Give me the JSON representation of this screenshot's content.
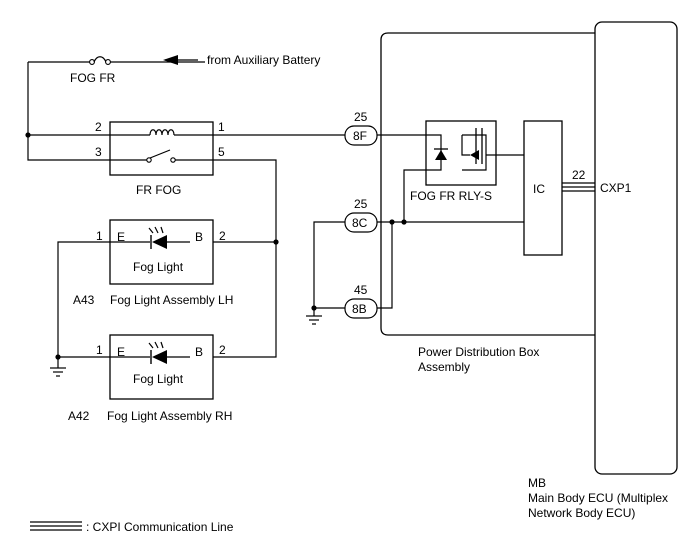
{
  "fuse": {
    "label": "FOG FR"
  },
  "source": {
    "label": "from Auxiliary Battery"
  },
  "relay_switch": {
    "label": "FR FOG",
    "pins": {
      "p2": "2",
      "p1": "1",
      "p3": "3",
      "p5": "5"
    }
  },
  "lamp_lh": {
    "inner_label": "Fog Light",
    "code": "A43",
    "name": "Fog Light Assembly LH",
    "pin_left": "1",
    "pin_right": "2",
    "term_left": "E",
    "term_right": "B"
  },
  "lamp_rh": {
    "inner_label": "Fog Light",
    "code": "A42",
    "name": "Fog Light Assembly RH",
    "pin_left": "1",
    "pin_right": "2",
    "term_left": "E",
    "term_right": "B"
  },
  "connectors": {
    "c8f": {
      "label": "8F",
      "pin": "25"
    },
    "c8c": {
      "label": "8C",
      "pin": "25"
    },
    "c8b": {
      "label": "8B",
      "pin": "45"
    }
  },
  "pdb": {
    "relay_label": "FOG FR RLY-S",
    "ic_label": "IC",
    "name_line1": "Power Distribution Box",
    "name_line2": "Assembly"
  },
  "ecu": {
    "pin": "22",
    "connector": "CXP1",
    "code": "MB",
    "name_line1": "Main Body ECU (Multiplex",
    "name_line2": "Network Body ECU)"
  },
  "legend": {
    "label": ": CXPI Communication Line"
  }
}
